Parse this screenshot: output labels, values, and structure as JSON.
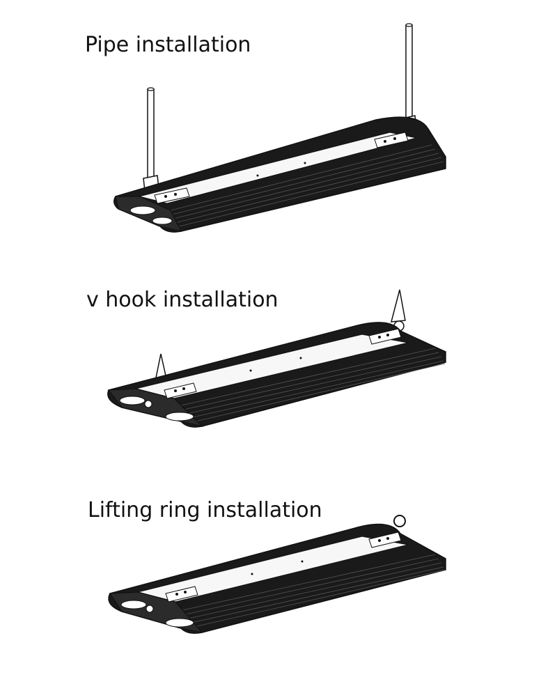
{
  "sections": [
    {
      "caption": "Pipe installation",
      "method": "pipe"
    },
    {
      "caption": "v hook installation",
      "method": "v-hook"
    },
    {
      "caption": "Lifting ring installation",
      "method": "lifting-ring"
    }
  ],
  "colors": {
    "housing": "#1a1a1a",
    "fins": "#2b2b2b",
    "panel": "#f7f7f7",
    "line": "#111111"
  }
}
